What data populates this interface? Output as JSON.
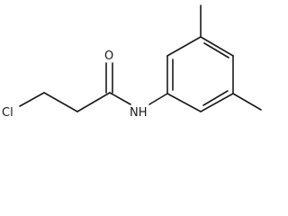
{
  "molecule": {
    "atoms": {
      "chlorine": "Cl",
      "oxygen": "O",
      "nitrogen_hydrogen": "NH"
    }
  },
  "colors": {
    "bond": "#1a1a1a",
    "label": "#1a1a1a",
    "background": "#ffffff"
  }
}
